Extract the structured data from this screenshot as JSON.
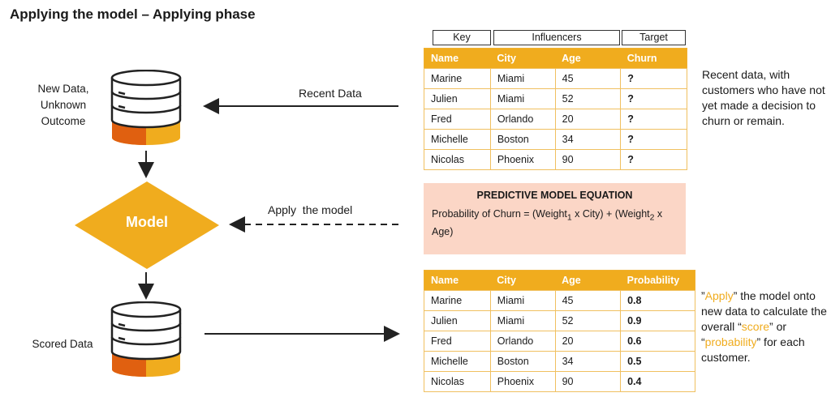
{
  "title": "Applying the model – Applying phase",
  "new_data_label": "New Data, Unknown Outcome",
  "model_label": "Model",
  "scored_data_label": "Scored Data",
  "recent_data_arrow_label": "Recent Data",
  "apply_model_arrow_label": "Apply  the model",
  "header_boxes": {
    "key": "Key",
    "influencers": "Influencers",
    "target": "Target"
  },
  "recent_table": {
    "headers": [
      "Name",
      "City",
      "Age",
      "Churn"
    ],
    "rows": [
      [
        "Marine",
        "Miami",
        "45",
        "?"
      ],
      [
        "Julien",
        "Miami",
        "52",
        "?"
      ],
      [
        "Fred",
        "Orlando",
        "20",
        "?"
      ],
      [
        "Michelle",
        "Boston",
        "34",
        "?"
      ],
      [
        "Nicolas",
        "Phoenix",
        "90",
        "?"
      ]
    ]
  },
  "recent_note": "Recent data, with customers who have not yet made a decision to churn or remain.",
  "equation": {
    "title": "PREDICTIVE MODEL EQUATION",
    "prefix": "Probability of Churn = (Weight",
    "sub1": "1",
    "middle": " x City) + (Weight",
    "sub2": "2",
    "suffix": " x Age)"
  },
  "scored_table": {
    "headers": [
      "Name",
      "City",
      "Age",
      "Probability"
    ],
    "rows": [
      [
        "Marine",
        "Miami",
        "45",
        "0.8"
      ],
      [
        "Julien",
        "Miami",
        "52",
        "0.9"
      ],
      [
        "Fred",
        "Orlando",
        "20",
        "0.6"
      ],
      [
        "Michelle",
        "Boston",
        "34",
        "0.5"
      ],
      [
        "Nicolas",
        "Phoenix",
        "90",
        "0.4"
      ]
    ]
  },
  "scored_note": {
    "q_open": "”",
    "apply_word": "Apply",
    "part1": "”  the model onto new data to calculate the overall “",
    "score_word": "score",
    "part2": "” or “",
    "probability_word": "probability",
    "part3": "” for each customer."
  },
  "colors": {
    "accent": "#f0ac1e",
    "equation_bg": "#fbd6c6",
    "db_dark": "#e06010"
  }
}
